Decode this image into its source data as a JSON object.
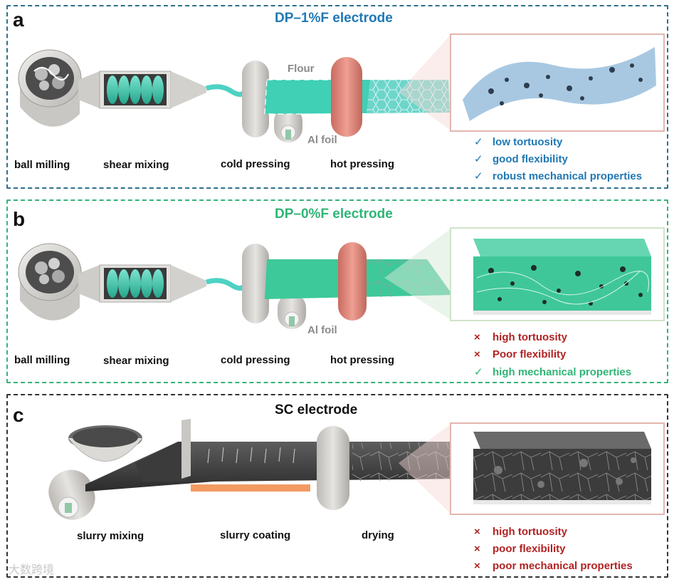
{
  "panels": {
    "a": {
      "letter": "a",
      "title": "DP–1%F electrode",
      "steps": [
        "ball  milling",
        "shear mixing",
        "cold  pressing",
        "hot pressing"
      ],
      "labels": {
        "flour": "Flour",
        "foil": "Al foil"
      },
      "properties": [
        {
          "mark": "✓",
          "text": "low tortuosity"
        },
        {
          "mark": "✓",
          "text": "good flexibility"
        },
        {
          "mark": "✓",
          "text": "robust mechanical  properties"
        }
      ]
    },
    "b": {
      "letter": "b",
      "title": "DP–0%F electrode",
      "steps": [
        "ball  milling",
        "shear mixing",
        "cold  pressing",
        "hot pressing"
      ],
      "labels": {
        "foil": "Al foil"
      },
      "properties": [
        {
          "mark": "×",
          "text": "high tortuosity"
        },
        {
          "mark": "×",
          "text": "Poor flexibility"
        },
        {
          "mark": "✓",
          "text": "high mechanical  properties"
        }
      ]
    },
    "c": {
      "letter": "c",
      "title": "SC electrode",
      "steps": [
        "slurry mixing",
        "slurry coating",
        "drying"
      ],
      "properties": [
        {
          "mark": "×",
          "text": "high tortuosity"
        },
        {
          "mark": "×",
          "text": "poor flexibility"
        },
        {
          "mark": "×",
          "text": "poor mechanical  properties"
        }
      ]
    }
  },
  "watermark": "大数跨境",
  "colors": {
    "blue": "#1f78b4",
    "green": "#2fb576",
    "red": "#b22222",
    "teal": "#3cc9b5",
    "roller_gray": "#d4d2cf",
    "roller_red": "#e08a7e"
  }
}
